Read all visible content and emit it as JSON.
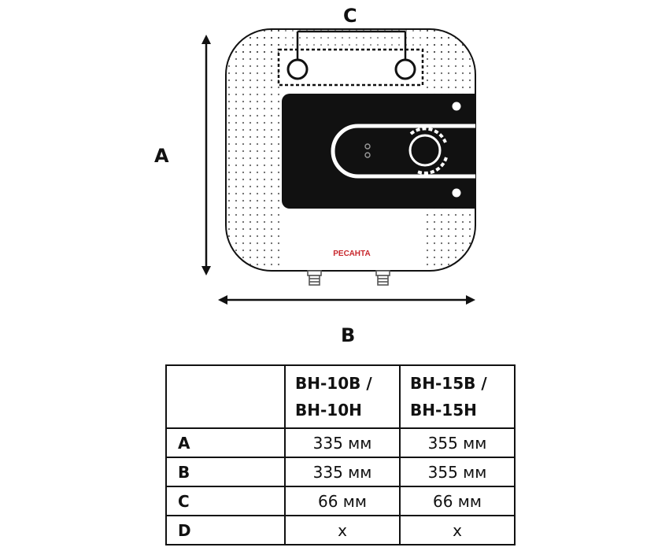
{
  "labels": {
    "a": "A",
    "b": "B",
    "c": "C"
  },
  "brand": "РЕСАНТА",
  "colors": {
    "panel": "#111111",
    "brand": "#c8282d",
    "outline": "#111111"
  },
  "table": {
    "columns": [
      {
        "line1": "BH-10B /",
        "line2": "BH-10H"
      },
      {
        "line1": "BH-15B /",
        "line2": "BH-15H"
      }
    ],
    "rows": [
      {
        "label": "A",
        "values": [
          "335 мм",
          "355 мм"
        ]
      },
      {
        "label": "B",
        "values": [
          "335 мм",
          "355 мм"
        ]
      },
      {
        "label": "C",
        "values": [
          "66 мм",
          "66 мм"
        ]
      },
      {
        "label": "D",
        "values": [
          "x",
          "x"
        ]
      }
    ]
  }
}
